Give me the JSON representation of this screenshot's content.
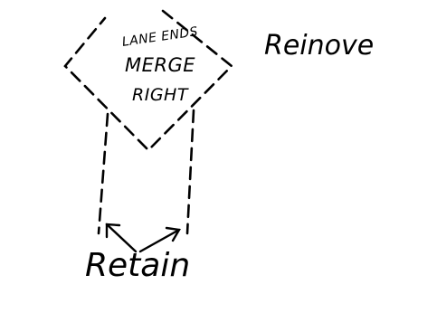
{
  "sign": {
    "lane_ends": "LANE ENDS",
    "merge": "MERGE",
    "right": "RIGHT"
  },
  "labels": {
    "remove": "Reinove",
    "retain": "Retain"
  },
  "colors": {
    "ink": "#000000",
    "background": "#ffffff"
  }
}
